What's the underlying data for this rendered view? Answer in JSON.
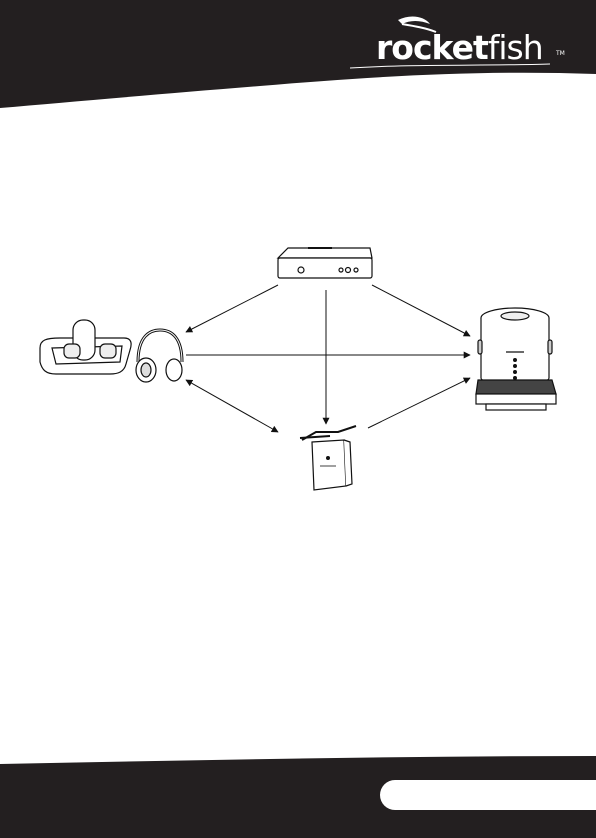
{
  "brand": {
    "name_bold": "rocket",
    "name_light": "fish",
    "trademark": "TM",
    "logo_icon": "rocket-swoosh-icon"
  },
  "colors": {
    "header_band": "#231f20",
    "footer_band": "#231f20",
    "line_art": "#111111",
    "paper": "#ffffff"
  },
  "diagram": {
    "devices": [
      {
        "id": "transmitter",
        "icon": "wireless-transmitter-icon"
      },
      {
        "id": "headphones",
        "icon": "headphones-with-charging-base-icon"
      },
      {
        "id": "speaker",
        "icon": "speaker-on-dock-icon"
      },
      {
        "id": "receiver",
        "icon": "wireless-receiver-icon"
      }
    ],
    "links": [
      {
        "from": "transmitter",
        "to": "headphones"
      },
      {
        "from": "transmitter",
        "to": "speaker"
      },
      {
        "from": "transmitter",
        "to": "receiver"
      },
      {
        "from": "headphones",
        "to": "speaker"
      },
      {
        "from": "headphones",
        "to": "receiver",
        "bidirectional": true
      },
      {
        "from": "receiver",
        "to": "speaker"
      }
    ]
  }
}
